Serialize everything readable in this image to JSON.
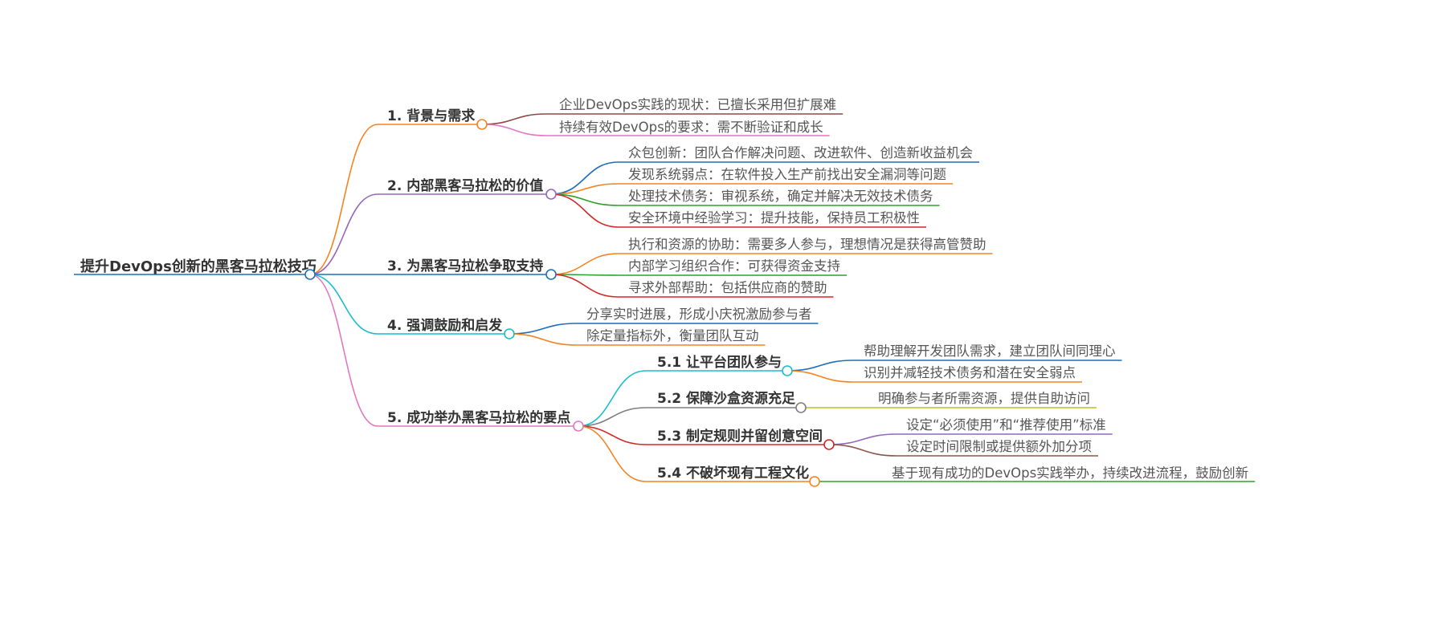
{
  "root": {
    "label": "提升DevOps创新的黑客马拉松技巧",
    "color": "#1f6fb8"
  },
  "branches": [
    {
      "label": "1. 背景与需求",
      "color": "#f5831f",
      "children": [
        {
          "label": "企业DevOps实践的现状：已擅长采用但扩展难",
          "color": "#8e4b45"
        },
        {
          "label": "持续有效DevOps的要求：需不断验证和成长",
          "color": "#e377c2"
        }
      ]
    },
    {
      "label": "2. 内部黑客马拉松的价值",
      "color": "#9467bd",
      "children": [
        {
          "label": "众包创新：团队合作解决问题、改进软件、创造新收益机会",
          "color": "#1f6fb8"
        },
        {
          "label": "发现系统弱点：在软件投入生产前找出安全漏洞等问题",
          "color": "#f5831f"
        },
        {
          "label": "处理技术债务：审视系统，确定并解决无效技术债务",
          "color": "#2ca02c"
        },
        {
          "label": "安全环境中经验学习：提升技能，保持员工积极性",
          "color": "#d62728"
        }
      ]
    },
    {
      "label": "3. 为黑客马拉松争取支持",
      "color": "#1f6fb8",
      "children": [
        {
          "label": "执行和资源的协助：需要多人参与，理想情况是获得高管赞助",
          "color": "#f5831f"
        },
        {
          "label": "内部学习组织合作：可获得资金支持",
          "color": "#2ca02c"
        },
        {
          "label": "寻求外部帮助：包括供应商的赞助",
          "color": "#d62728"
        }
      ]
    },
    {
      "label": "4. 强调鼓励和启发",
      "color": "#17becf",
      "children": [
        {
          "label": "分享实时进展，形成小庆祝激励参与者",
          "color": "#1f6fb8"
        },
        {
          "label": "除定量指标外，衡量团队互动",
          "color": "#f5831f"
        }
      ]
    },
    {
      "label": "5. 成功举办黑客马拉松的要点",
      "color": "#e377c2",
      "children": [
        {
          "label": "5.1 让平台团队参与",
          "color": "#17becf",
          "children": [
            {
              "label": "帮助理解开发团队需求，建立团队间同理心",
              "color": "#1f6fb8"
            },
            {
              "label": "识别并减轻技术债务和潜在安全弱点",
              "color": "#f5831f"
            }
          ]
        },
        {
          "label": "5.2 保障沙盒资源充足",
          "color": "#7f7f7f",
          "children": [
            {
              "label": "明确参与者所需资源，提供自助访问",
              "color": "#bcbd22"
            }
          ]
        },
        {
          "label": "5.3 制定规则并留创意空间",
          "color": "#d62728",
          "children": [
            {
              "label": "设定“必须使用”和“推荐使用”标准",
              "color": "#9467bd"
            },
            {
              "label": "设定时间限制或提供额外加分项",
              "color": "#8c564b"
            }
          ]
        },
        {
          "label": "5.4 不破坏现有工程文化",
          "color": "#f5831f",
          "children": [
            {
              "label": "基于现有成功的DevOps实践举办，持续改进流程，鼓励创新",
              "color": "#2ca02c"
            }
          ]
        }
      ]
    }
  ]
}
